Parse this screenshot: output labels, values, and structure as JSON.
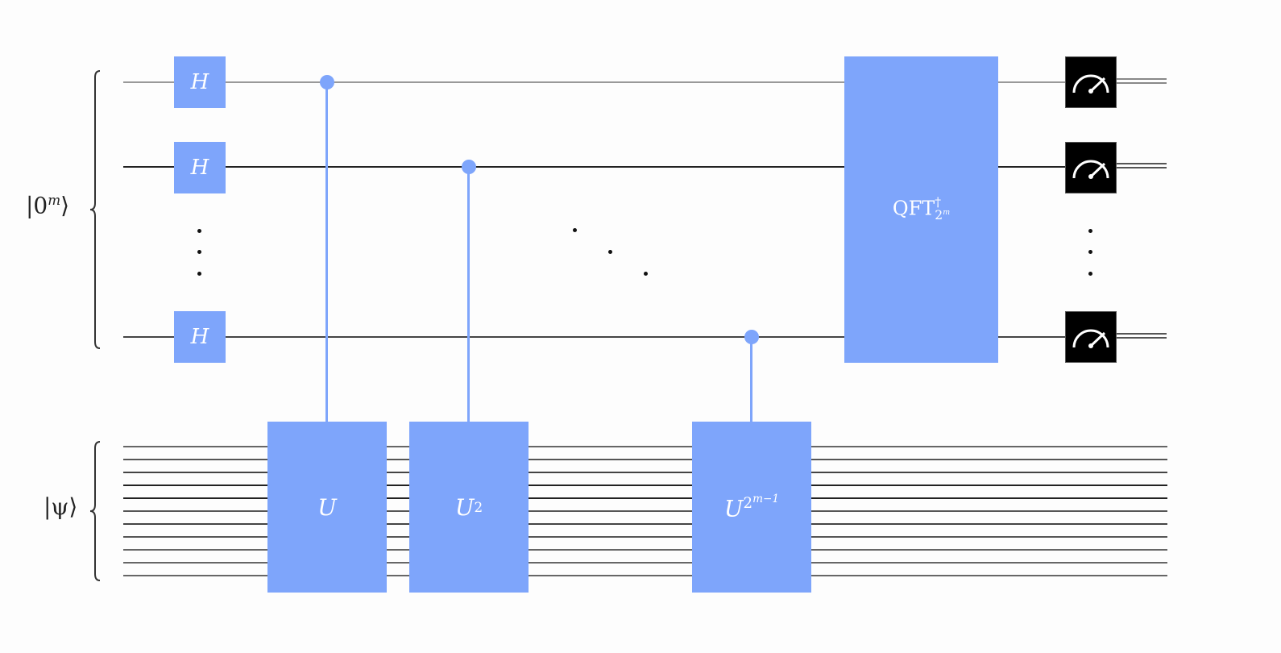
{
  "registers": {
    "counting": {
      "label_prefix": "|0",
      "label_sup": "m",
      "label_suffix": "⟩"
    },
    "eigenstate": {
      "label": "|ψ⟩",
      "wire_count": 11
    }
  },
  "gates": {
    "hadamard": "H",
    "u1": {
      "base": "U",
      "exp": ""
    },
    "u2": {
      "base": "U",
      "exp": "2"
    },
    "un": {
      "base": "U",
      "exp_base": "2",
      "exp_sup": "m−1"
    },
    "qft": {
      "base": "QFT",
      "sup": "†",
      "sub": "2",
      "sub_sup": "m"
    }
  },
  "colors": {
    "gate": "#7ea5fb",
    "meter": "#000000",
    "wire": "#333333"
  }
}
